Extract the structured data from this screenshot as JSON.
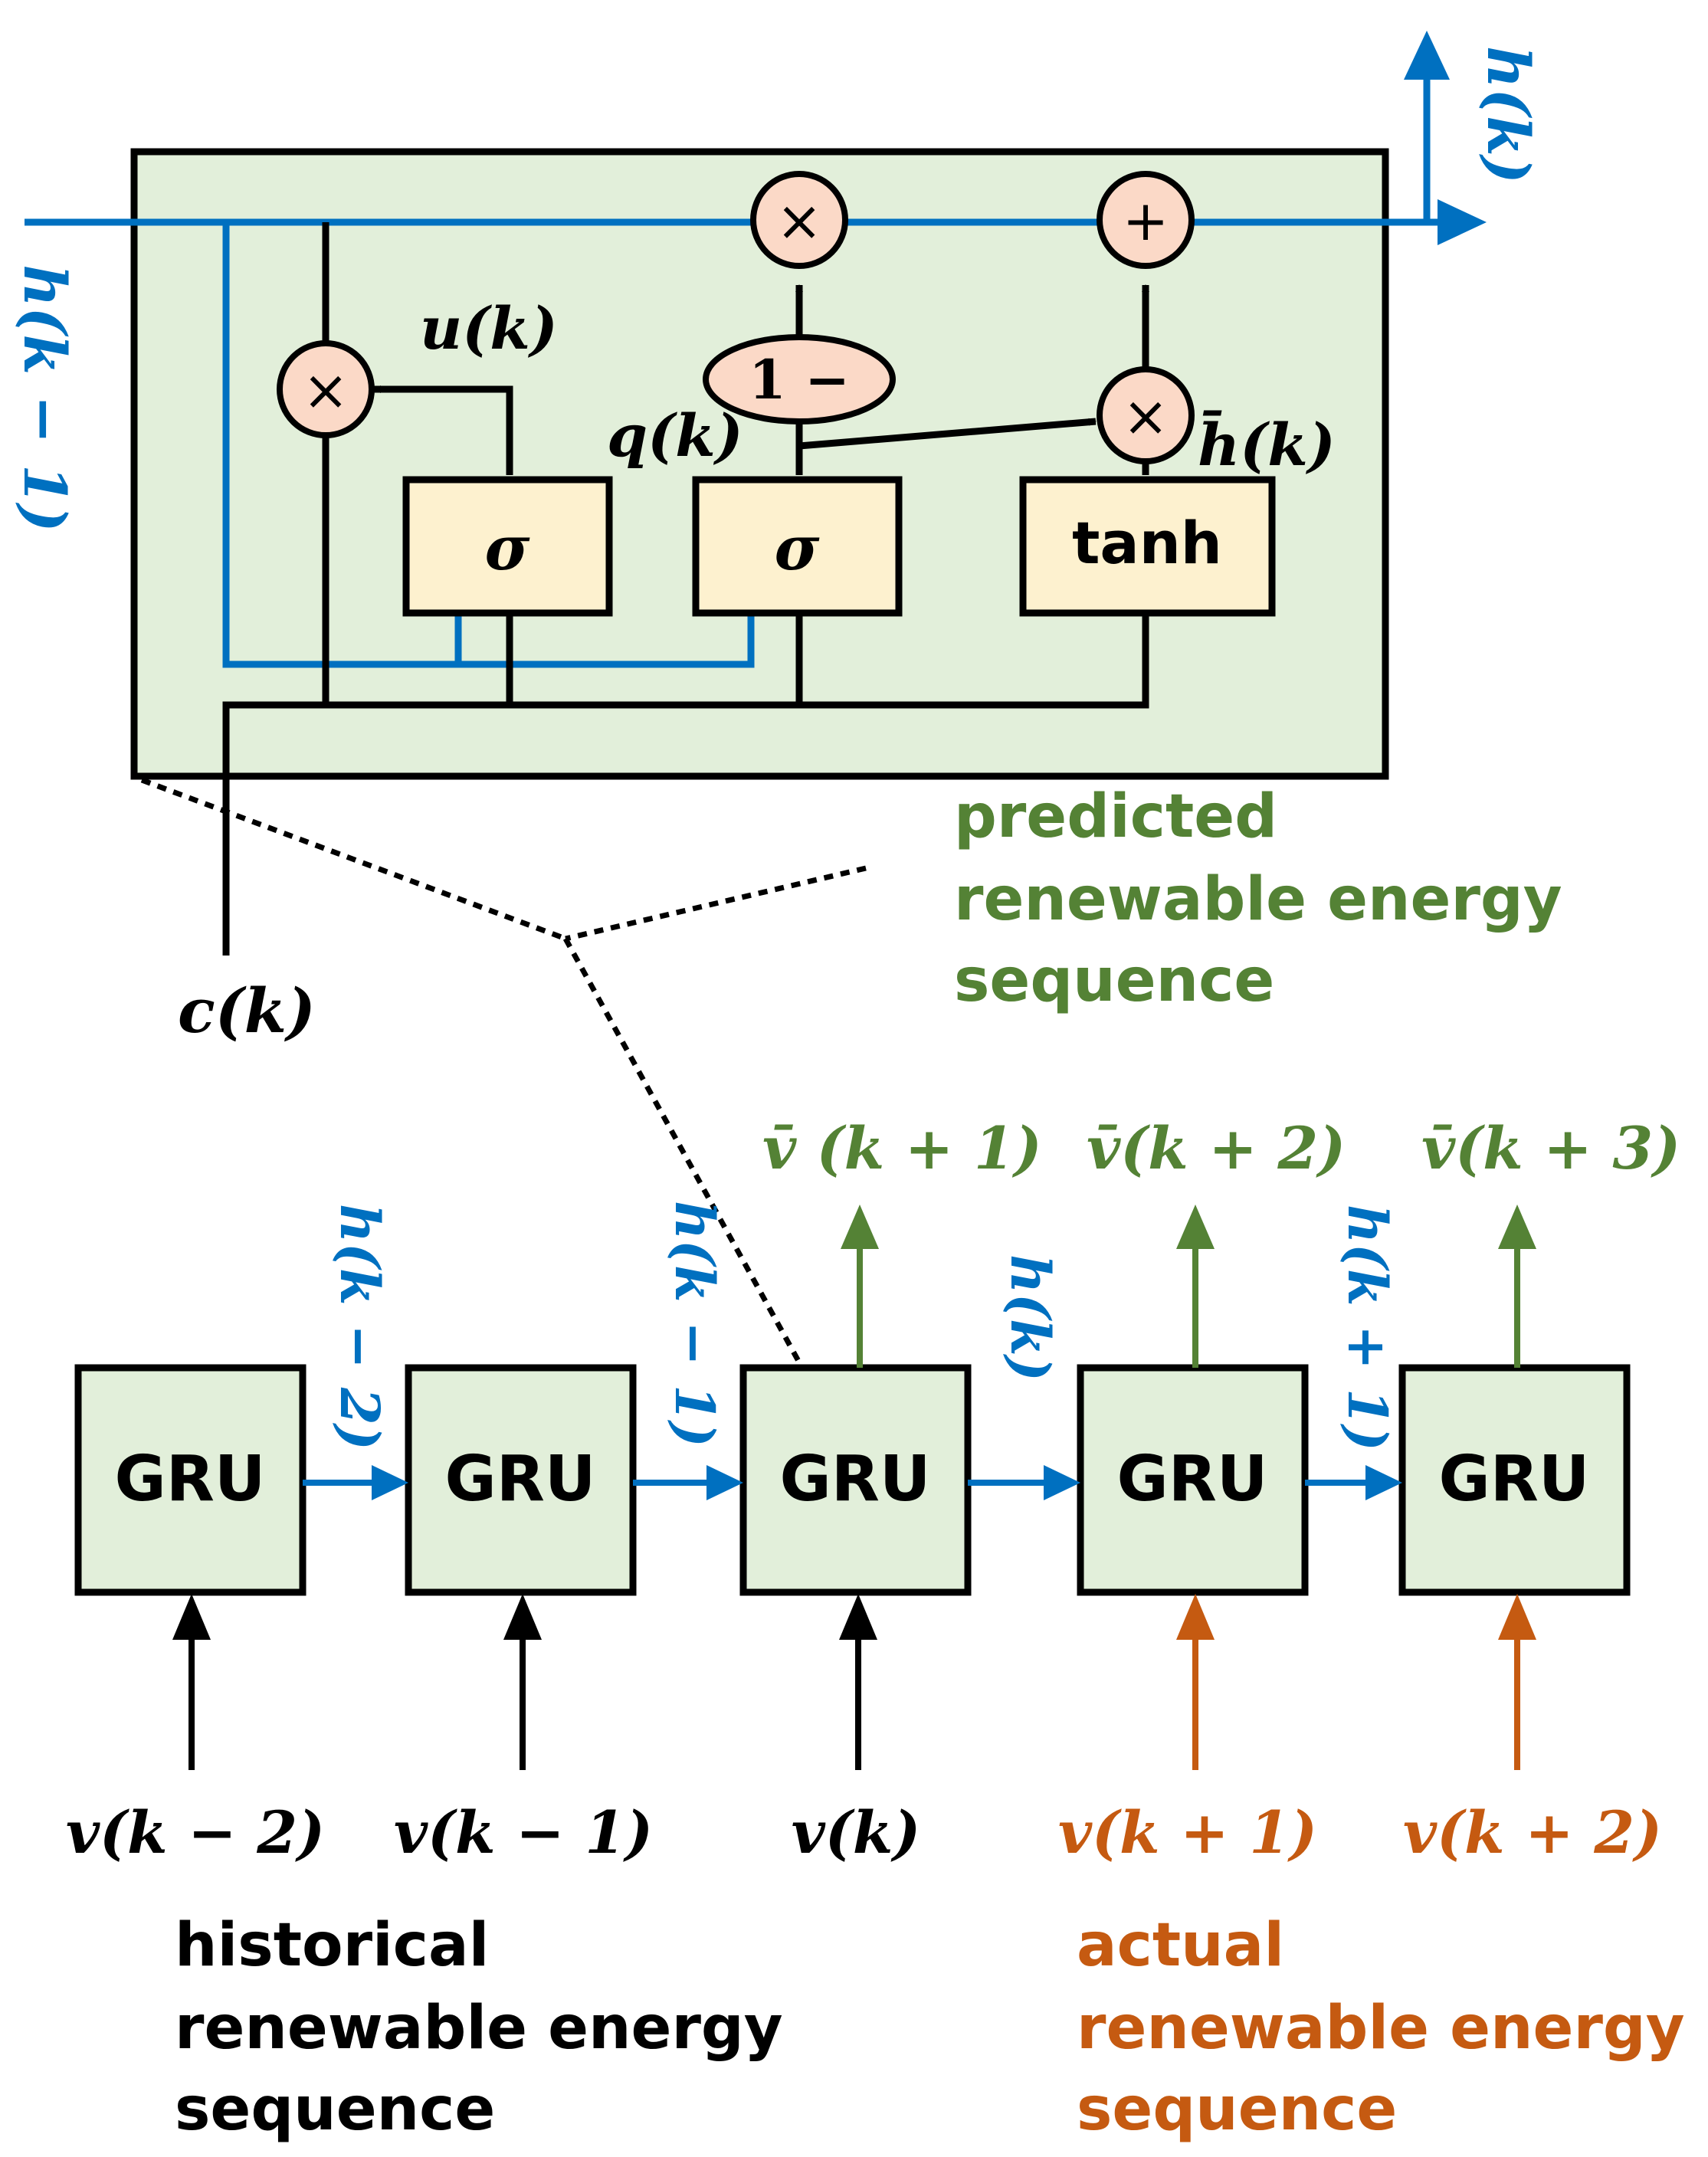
{
  "colors": {
    "cell_fill": "#e2efda",
    "gate_fill": "#fdf1cf",
    "op_fill": "#fbd9c7",
    "hidden_path": "#0070c0",
    "output_path": "#548235",
    "actual_path": "#c55a11",
    "line": "#000000"
  },
  "cell_detail": {
    "label_h_prev": "h(k − 1)",
    "label_h_out": "h(k)",
    "label_u": "u(k)",
    "label_q": "q(k)",
    "label_hbar": "h̄(k)",
    "label_c": "c(k)",
    "gate_reset": "σ",
    "gate_update": "σ",
    "gate_candidate": "tanh",
    "op_reset_multiply": "×",
    "op_one_minus": "1 −",
    "op_update_multiply": "×",
    "op_candidate_multiply": "×",
    "op_add": "+"
  },
  "predicted_caption": [
    "predicted",
    "renewable energy",
    "sequence"
  ],
  "historical_caption": [
    "historical",
    "renewable energy",
    "sequence"
  ],
  "actual_caption": [
    "actual",
    "renewable energy",
    "sequence"
  ],
  "chain": {
    "blocks": [
      "GRU",
      "GRU",
      "GRU",
      "GRU",
      "GRU"
    ],
    "inputs": [
      "v(k − 2)",
      "v(k − 1)",
      "v(k)",
      "v(k + 1)",
      "v(k + 2)"
    ],
    "hidden_labels": [
      "h(k − 2)",
      "h(k − 1)",
      "h(k)",
      "h(k + 1)"
    ],
    "outputs": [
      "v̄ (k + 1)",
      "v̄(k + 2)",
      "v̄(k + 3)"
    ]
  }
}
